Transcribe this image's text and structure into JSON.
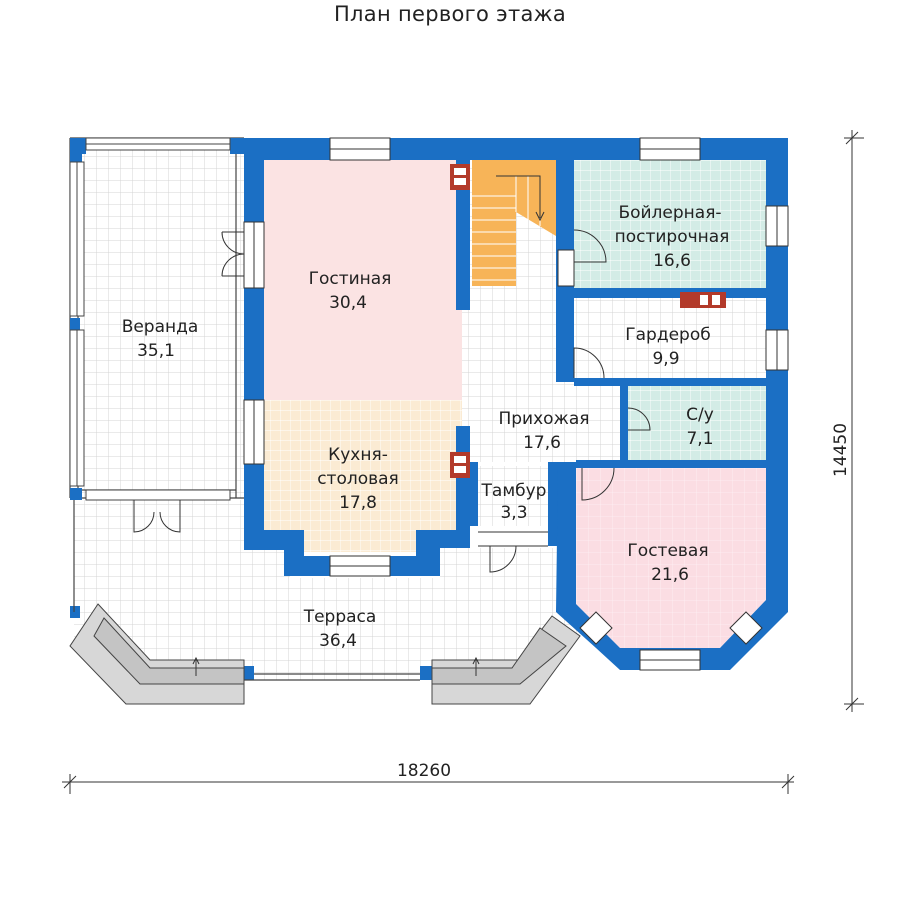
{
  "title": "План первого этажа",
  "rooms": {
    "veranda": {
      "name": "Веранда",
      "area": "35,1"
    },
    "living": {
      "name": "Гостиная",
      "area": "30,4"
    },
    "kitchen": {
      "name1": "Кухня-",
      "name2": "столовая",
      "area": "17,8"
    },
    "boiler": {
      "name1": "Бойлерная-",
      "name2": "постирочная",
      "area": "16,6"
    },
    "wardrobe": {
      "name": "Гардероб",
      "area": "9,9"
    },
    "hall": {
      "name": "Прихожая",
      "area": "17,6"
    },
    "wc": {
      "name": "С/у",
      "area": "7,1"
    },
    "vestibule": {
      "name": "Тамбур",
      "area": "3,3"
    },
    "guest": {
      "name": "Гостевая",
      "area": "21,6"
    },
    "terrace": {
      "name": "Терраса",
      "area": "36,4"
    }
  },
  "dimensions": {
    "width": "18260",
    "height": "14450"
  },
  "colors": {
    "wall": "#1b6fc4",
    "living": "#fbe3e3",
    "kitchen": "#fbebd3",
    "wet": "#d3ece6",
    "guest": "#fbdde3",
    "stairs": "#f7b458",
    "grid": "#d6d6d6",
    "chimney": "#b33a2a"
  }
}
